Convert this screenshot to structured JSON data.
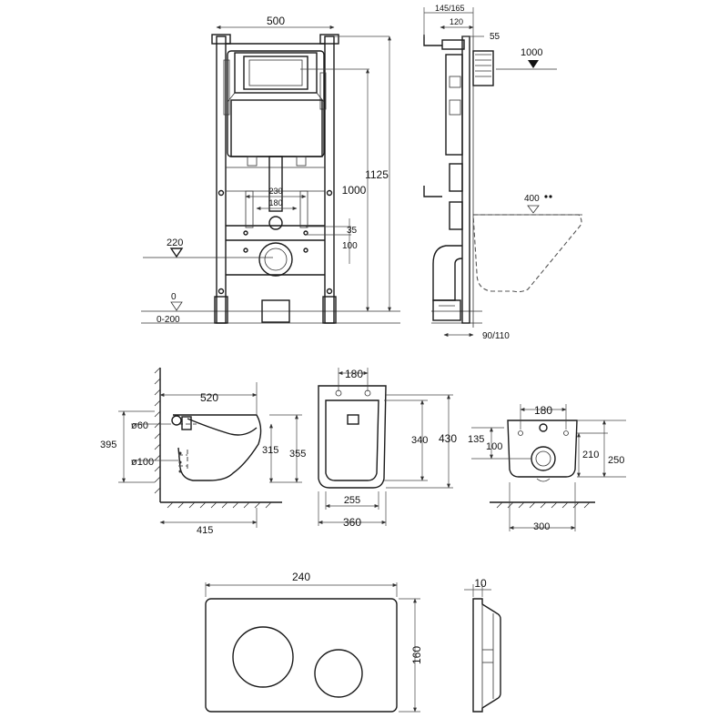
{
  "frame_front": {
    "width": "500",
    "height_total": "1125",
    "height_1000": "1000",
    "d230": "230",
    "d180": "180",
    "d35": "35",
    "d100": "100",
    "level_220": "220",
    "level_0": "0",
    "range_0_200": "0-200"
  },
  "frame_side": {
    "d145_165": "145/165",
    "d120": "120",
    "d55": "55",
    "level_1000": "1000",
    "level_400": "400",
    "d90_110": "90/110"
  },
  "bowl_side": {
    "d520": "520",
    "d395": "395",
    "d60": "ø60",
    "d100": "ø100",
    "d315": "315",
    "d355": "355",
    "d415": "415"
  },
  "bowl_top": {
    "d180": "180",
    "d340": "340",
    "d430": "430",
    "d255": "255",
    "d360": "360"
  },
  "bowl_back": {
    "d180": "180",
    "d135": "135",
    "d100": "100",
    "d210": "210",
    "d250": "250",
    "d300": "300"
  },
  "plate": {
    "d240": "240",
    "d160": "160",
    "d10": "10"
  }
}
